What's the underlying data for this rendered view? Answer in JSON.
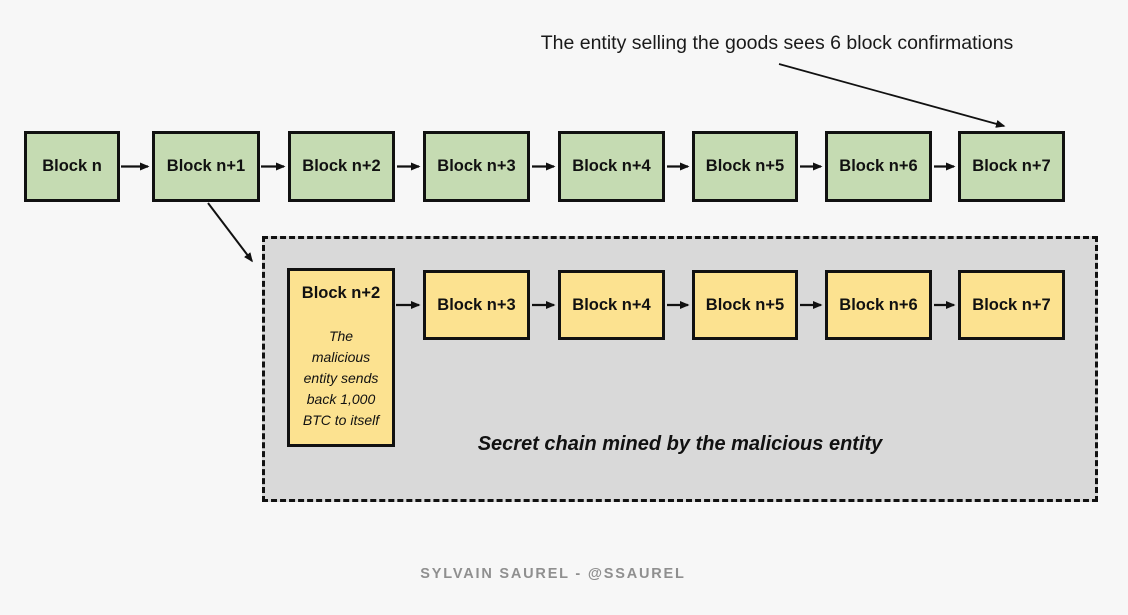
{
  "colors": {
    "background": "#f7f7f7",
    "main_block_fill": "#c5dbb2",
    "secret_block_fill": "#fce290",
    "secret_box_fill": "#d9d9d9",
    "outline": "#111111",
    "credit_text": "#8f8f8f"
  },
  "annotation": {
    "text": "The entity selling the goods sees 6 block confirmations"
  },
  "main_chain": {
    "blocks": [
      {
        "label": "Block n"
      },
      {
        "label": "Block n+1"
      },
      {
        "label": "Block n+2"
      },
      {
        "label": "Block n+3"
      },
      {
        "label": "Block n+4"
      },
      {
        "label": "Block n+5"
      },
      {
        "label": "Block n+6"
      },
      {
        "label": "Block n+7"
      }
    ]
  },
  "secret_chain": {
    "caption": "Secret chain mined by the malicious entity",
    "blocks": [
      {
        "label": "Block n+2",
        "note": "The\nmalicious\nentity sends\nback 1,000\nBTC to itself"
      },
      {
        "label": "Block n+3"
      },
      {
        "label": "Block n+4"
      },
      {
        "label": "Block n+5"
      },
      {
        "label": "Block n+6"
      },
      {
        "label": "Block n+7"
      }
    ]
  },
  "footer": {
    "credit": "SYLVAIN SAUREL - @SSAUREL"
  }
}
